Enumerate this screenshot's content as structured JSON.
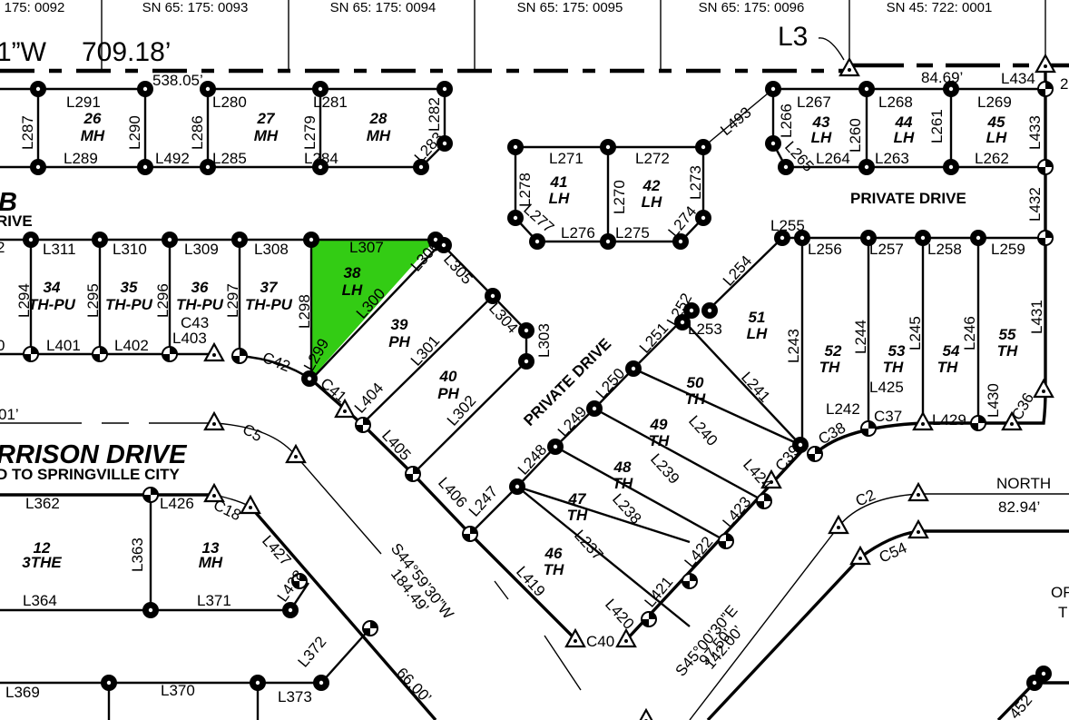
{
  "map": {
    "type": "subdivision-plat",
    "highlight_color": "#33cc14",
    "line_color": "#000000",
    "background": "#ffffff",
    "highlighted_lot": "38"
  },
  "parcels_top": [
    {
      "label": "175: 0092"
    },
    {
      "label": "SN  65: 175: 0093"
    },
    {
      "label": "SN  65: 175: 0094"
    },
    {
      "label": "SN  65: 175: 0095"
    },
    {
      "label": "SN  65: 175: 0096"
    },
    {
      "label": "SN  45: 722: 0001"
    }
  ],
  "boundary": {
    "bearing_fragment": "1”W",
    "distance": "709.18’",
    "sub_distance": "538.05’",
    "l3": "L3",
    "dist_8469": "84.69’"
  },
  "lots": [
    {
      "id": "26",
      "type": "MH"
    },
    {
      "id": "27",
      "type": "MH"
    },
    {
      "id": "28",
      "type": "MH"
    },
    {
      "id": "34",
      "type": "TH-PU"
    },
    {
      "id": "35",
      "type": "TH-PU"
    },
    {
      "id": "36",
      "type": "TH-PU"
    },
    {
      "id": "37",
      "type": "TH-PU"
    },
    {
      "id": "38",
      "type": "LH"
    },
    {
      "id": "39",
      "type": "PH"
    },
    {
      "id": "40",
      "type": "PH"
    },
    {
      "id": "41",
      "type": "LH"
    },
    {
      "id": "42",
      "type": "LH"
    },
    {
      "id": "43",
      "type": "LH"
    },
    {
      "id": "44",
      "type": "LH"
    },
    {
      "id": "45",
      "type": "LH"
    },
    {
      "id": "46",
      "type": "TH"
    },
    {
      "id": "47",
      "type": "TH"
    },
    {
      "id": "48",
      "type": "TH"
    },
    {
      "id": "49",
      "type": "TH"
    },
    {
      "id": "50",
      "type": "TH"
    },
    {
      "id": "51",
      "type": "LH"
    },
    {
      "id": "52",
      "type": "TH"
    },
    {
      "id": "53",
      "type": "TH"
    },
    {
      "id": "54",
      "type": "TH"
    },
    {
      "id": "55",
      "type": "TH"
    },
    {
      "id": "12",
      "type": "3THE"
    },
    {
      "id": "13",
      "type": "MH"
    }
  ],
  "roads": {
    "harrison": "RRISON DRIVE",
    "harrison_sub": "D TO SPRINGVILLE CITY",
    "b_drive_letter": "B",
    "b_drive_word": "RIVE",
    "private_drive_1": "PRIVATE DRIVE",
    "private_drive_2": "PRIVATE DRIVE"
  },
  "courses": {
    "s44": "S44°59’30”W",
    "s44_dist": "184.49’",
    "s45": "S45°00’30”E",
    "s45_dist": "142.00’",
    "d9750": "97.50’",
    "d6600": "66.00’",
    "north": "NORTH",
    "north_dist": "82.94’",
    "d01": "01’",
    "of": "OF",
    "t": "T"
  },
  "line_labels": {
    "L291": "L291",
    "L289": "L289",
    "L287": "L287",
    "L290": "L290",
    "L492": "L492",
    "L280": "L280",
    "L285": "L285",
    "L286": "L286",
    "L279": "L279",
    "L281": "L281",
    "L284": "L284",
    "L282": "L282",
    "L283": "L283",
    "L271": "L271",
    "L272": "L272",
    "L273": "L273",
    "L270": "L270",
    "L278": "L278",
    "L277": "L277",
    "L276": "L276",
    "L275": "L275",
    "L274": "L274",
    "L493": "L493",
    "L266": "L266",
    "L267": "L267",
    "L265": "L265",
    "L264": "L264",
    "L260": "L260",
    "L268": "L268",
    "L263": "L263",
    "L261": "L261",
    "L269": "L269",
    "L262": "L262",
    "L433": "L433",
    "L434": "L434",
    "L432": "L432",
    "L29x": "29",
    "L311": "L311",
    "L310": "L310",
    "L309": "L309",
    "L308": "L308",
    "L307": "L307",
    "L294": "L294",
    "L295": "L295",
    "L296": "L296",
    "L297": "L297",
    "L298": "L298",
    "L306": "L306",
    "L300": "L300",
    "L299": "L299",
    "L305": "L305",
    "L304": "L304",
    "L303": "L303",
    "L301": "L301",
    "L302": "L302",
    "L401": "L401",
    "L402": "L402",
    "L403": "L403",
    "C43": "C43",
    "C42": "C42",
    "C41": "C41",
    "L404": "L404",
    "L405": "L405",
    "L406": "L406",
    "L2x": "2",
    "L0x": "0",
    "L255": "L255",
    "L254": "L254",
    "L256": "L256",
    "L257": "L257",
    "L258": "L258",
    "L259": "L259",
    "L252": "L252",
    "L253": "L253",
    "L251": "L251",
    "L250": "L250",
    "L249": "L249",
    "L248": "L248",
    "L247": "L247",
    "L241": "L241",
    "L240": "L240",
    "L239": "L239",
    "L238": "L238",
    "L237": "L237",
    "L419": "L419",
    "L420": "L420",
    "L421": "L421",
    "L422": "L422",
    "L423": "L423",
    "L424": "L424",
    "C39": "C39",
    "C38": "C38",
    "L242": "L242",
    "L243": "L243",
    "L244": "L244",
    "L245": "L245",
    "L246": "L246",
    "L431": "L431",
    "L425": "L425",
    "C37": "C37",
    "L429": "L429",
    "L430": "L430",
    "C36": "C36",
    "C40": "C40",
    "C5": "C5",
    "L362": "L362",
    "L426": "L426",
    "C18": "C18",
    "L363": "L363",
    "L427": "L427",
    "L428": "L428",
    "L364": "L364",
    "L371": "L371",
    "L372": "L372",
    "L369": "L369",
    "L370": "L370",
    "L373": "L373",
    "C2": "C2",
    "C54": "C54",
    "L452": "452"
  }
}
